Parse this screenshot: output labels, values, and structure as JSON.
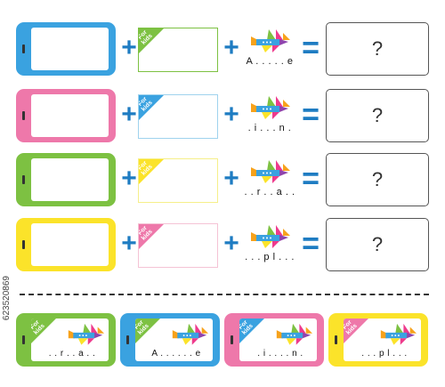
{
  "colors": {
    "blue": "#3aa2e0",
    "pink": "#ee78aa",
    "green": "#7dc142",
    "yellow": "#fbe32a",
    "operator": "#1e7cc2"
  },
  "badge_text": "For kids",
  "operator_plus": "+",
  "operator_equals": "=",
  "question_mark": "?",
  "rows": [
    {
      "phone_color": "blue",
      "card_border": "#7dc142",
      "badge_color": "green",
      "hint": "A . . . . . e"
    },
    {
      "phone_color": "pink",
      "card_border": "#9fd3ee",
      "badge_color": "blue",
      "hint": ". i . . . n ."
    },
    {
      "phone_color": "green",
      "card_border": "#f6ef8a",
      "badge_color": "yellow",
      "hint": ". . r . . a . ."
    },
    {
      "phone_color": "yellow",
      "card_border": "#f5c3d5",
      "badge_color": "pink",
      "hint": ". . . p l . . ."
    }
  ],
  "bottom_cards": [
    {
      "phone_color": "green",
      "badge_color": "green",
      "hint": ". . r . . a . ."
    },
    {
      "phone_color": "blue",
      "badge_color": "green",
      "hint": "A . . . . . . e"
    },
    {
      "phone_color": "pink",
      "badge_color": "blue",
      "hint": ". i . . . . n ."
    },
    {
      "phone_color": "yellow",
      "badge_color": "pink",
      "hint": ". . . p l . . ."
    }
  ],
  "watermark": "623520869"
}
